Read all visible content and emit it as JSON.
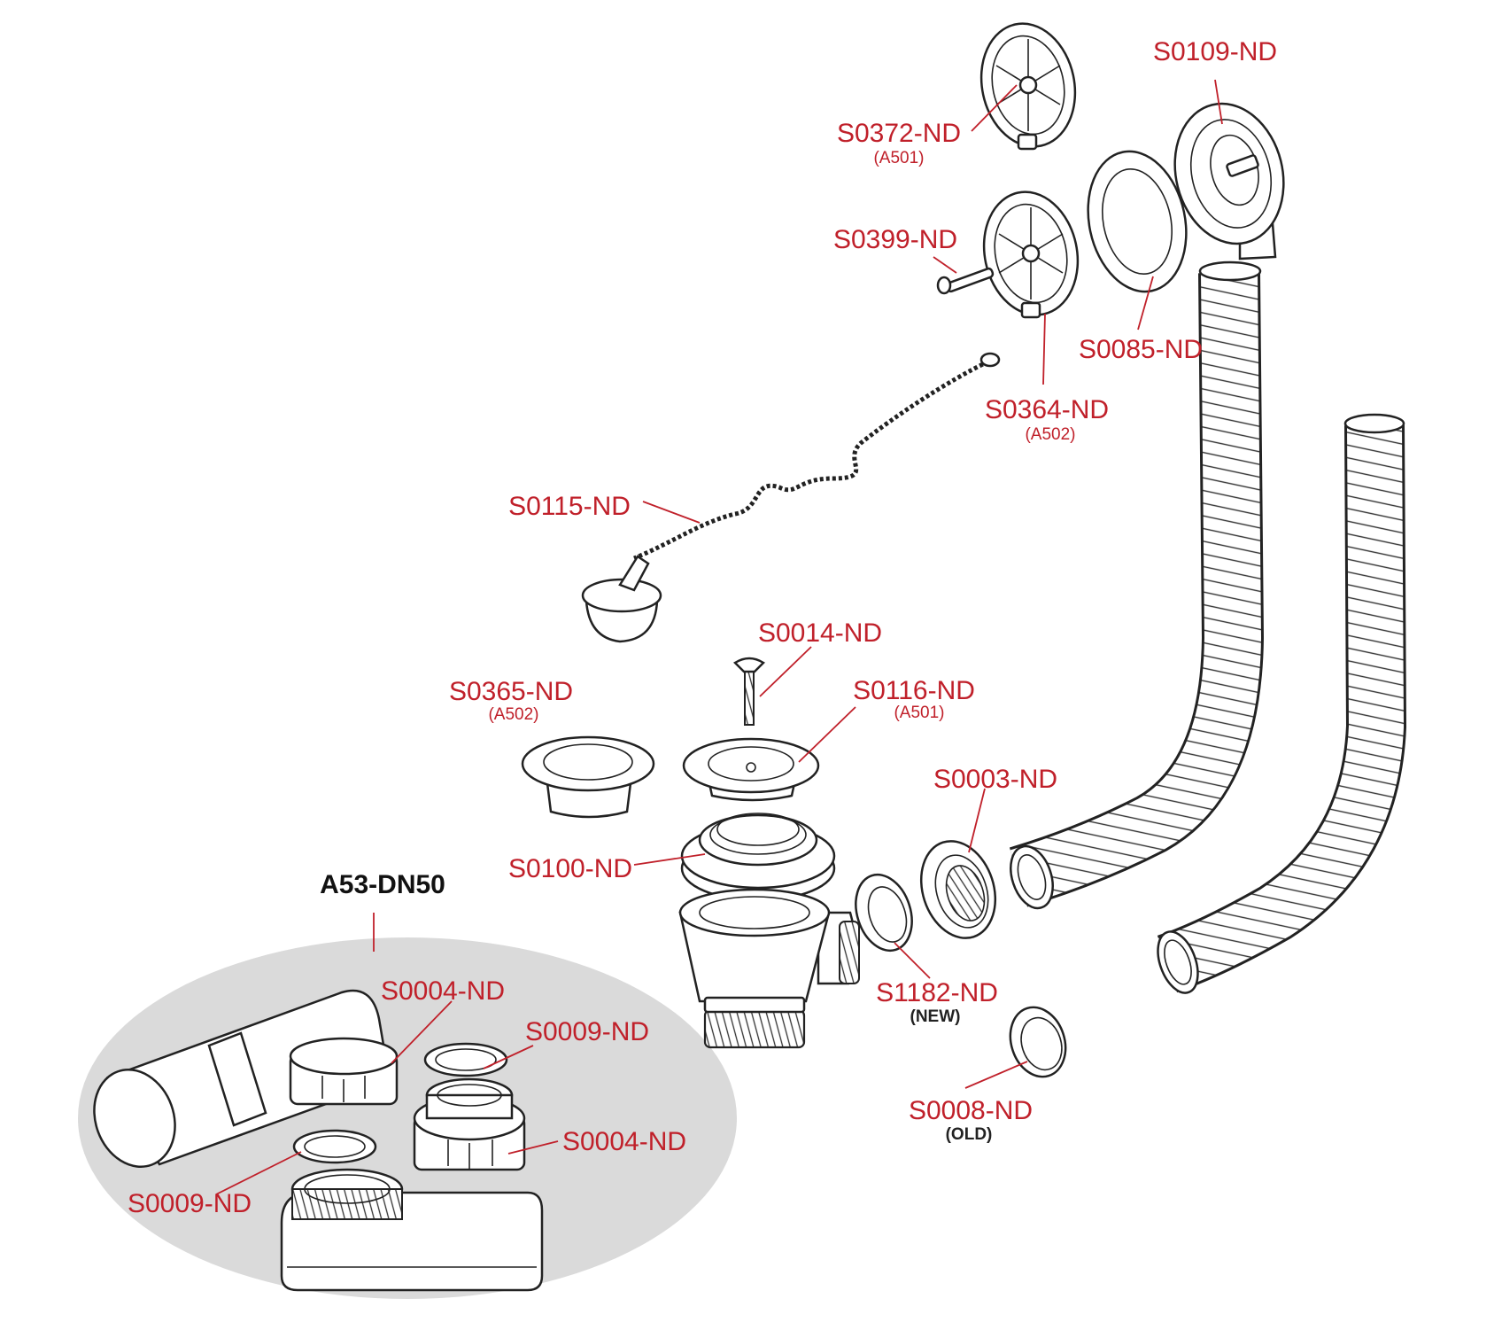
{
  "colors": {
    "label": "#c0202a",
    "assembly_label": "#111111",
    "note_bold": "#222222",
    "outline": "#222222",
    "inset_fill": "#dadada"
  },
  "assembly": {
    "name": "A53-DN50"
  },
  "parts": [
    {
      "code": "S0372-ND",
      "note": "(A501)"
    },
    {
      "code": "S0109-ND"
    },
    {
      "code": "S0399-ND"
    },
    {
      "code": "S0085-ND"
    },
    {
      "code": "S0364-ND",
      "note": "(A502)"
    },
    {
      "code": "S0115-ND"
    },
    {
      "code": "S0014-ND"
    },
    {
      "code": "S0365-ND",
      "note": "(A502)"
    },
    {
      "code": "S0116-ND",
      "note": "(A501)"
    },
    {
      "code": "S0003-ND"
    },
    {
      "code": "S0100-ND"
    },
    {
      "code": "S1182-ND",
      "note": "(NEW)"
    },
    {
      "code": "S0008-ND",
      "note": "(OLD)"
    }
  ],
  "inset_parts": [
    {
      "code": "S0004-ND"
    },
    {
      "code": "S0009-ND"
    },
    {
      "code": "S0004-ND"
    },
    {
      "code": "S0009-ND"
    }
  ]
}
